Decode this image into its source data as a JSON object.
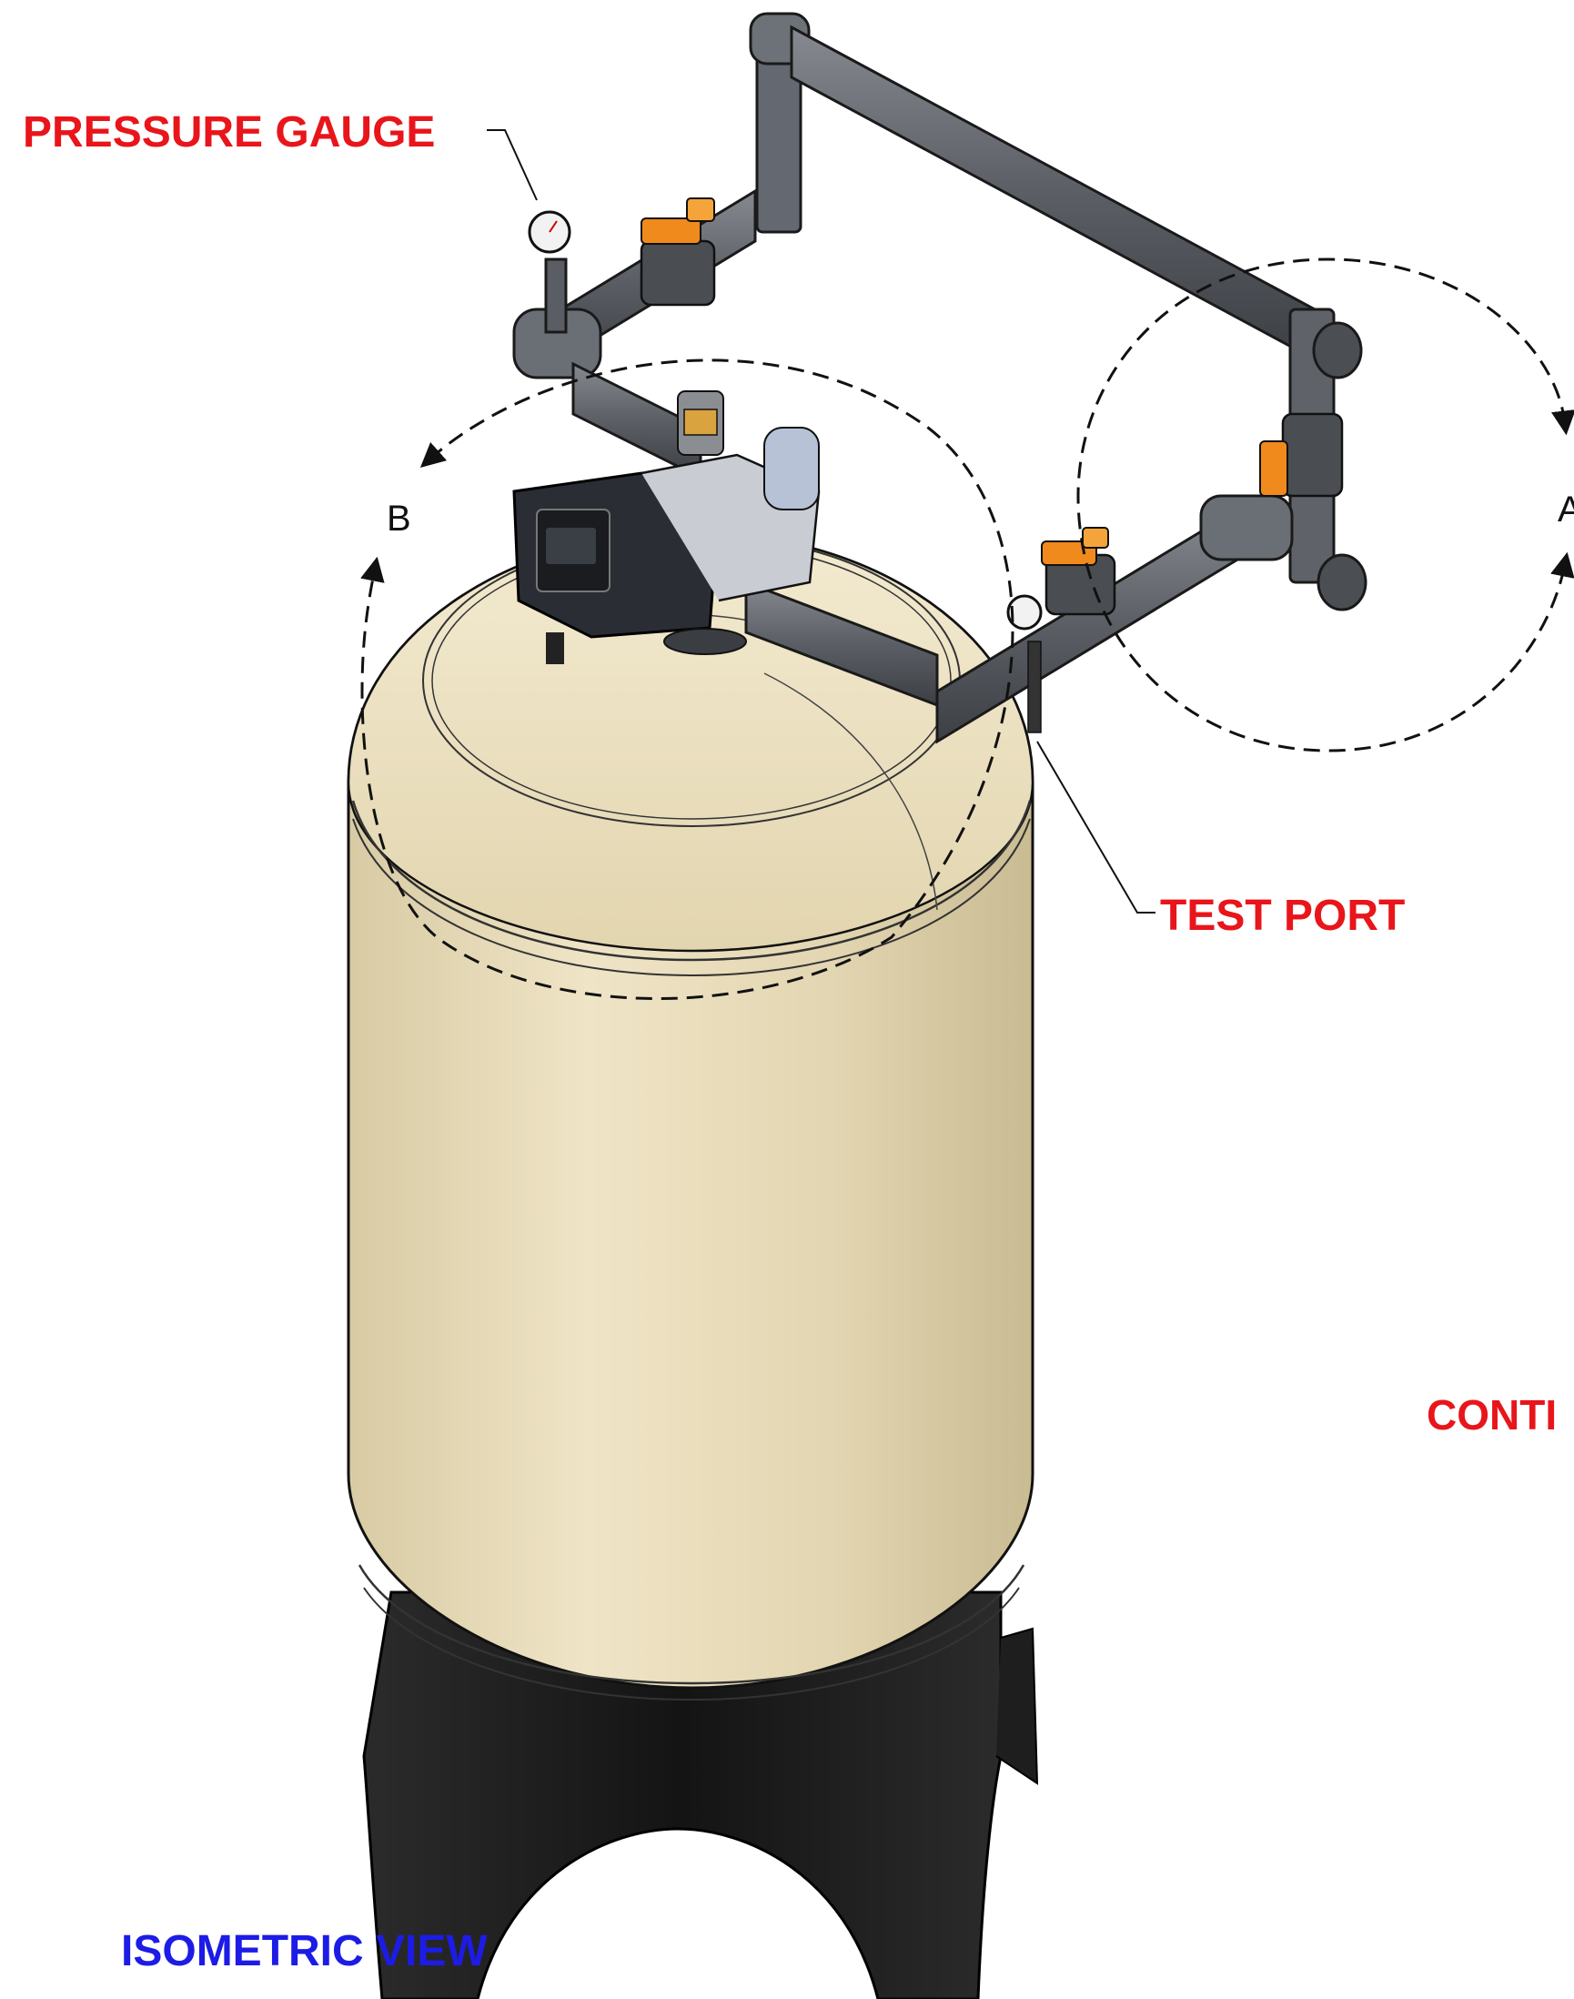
{
  "labels": {
    "pressure_gauge": "PRESSURE GAUGE",
    "test_port": "TEST PORT",
    "cont_cut": "CONTI",
    "view_title": "ISOMETRIC VIEW"
  },
  "rotation_markers": {
    "b": "B",
    "a": "A"
  },
  "colors": {
    "callout_text": "#e8151b",
    "view_title": "#1c1ce6",
    "tank_body": "#e6dab8",
    "tank_base": "#1a1a1a",
    "pipe": "#5a5d62",
    "valve_handle": "#f08a1c",
    "control_head": "#2a2d33"
  }
}
